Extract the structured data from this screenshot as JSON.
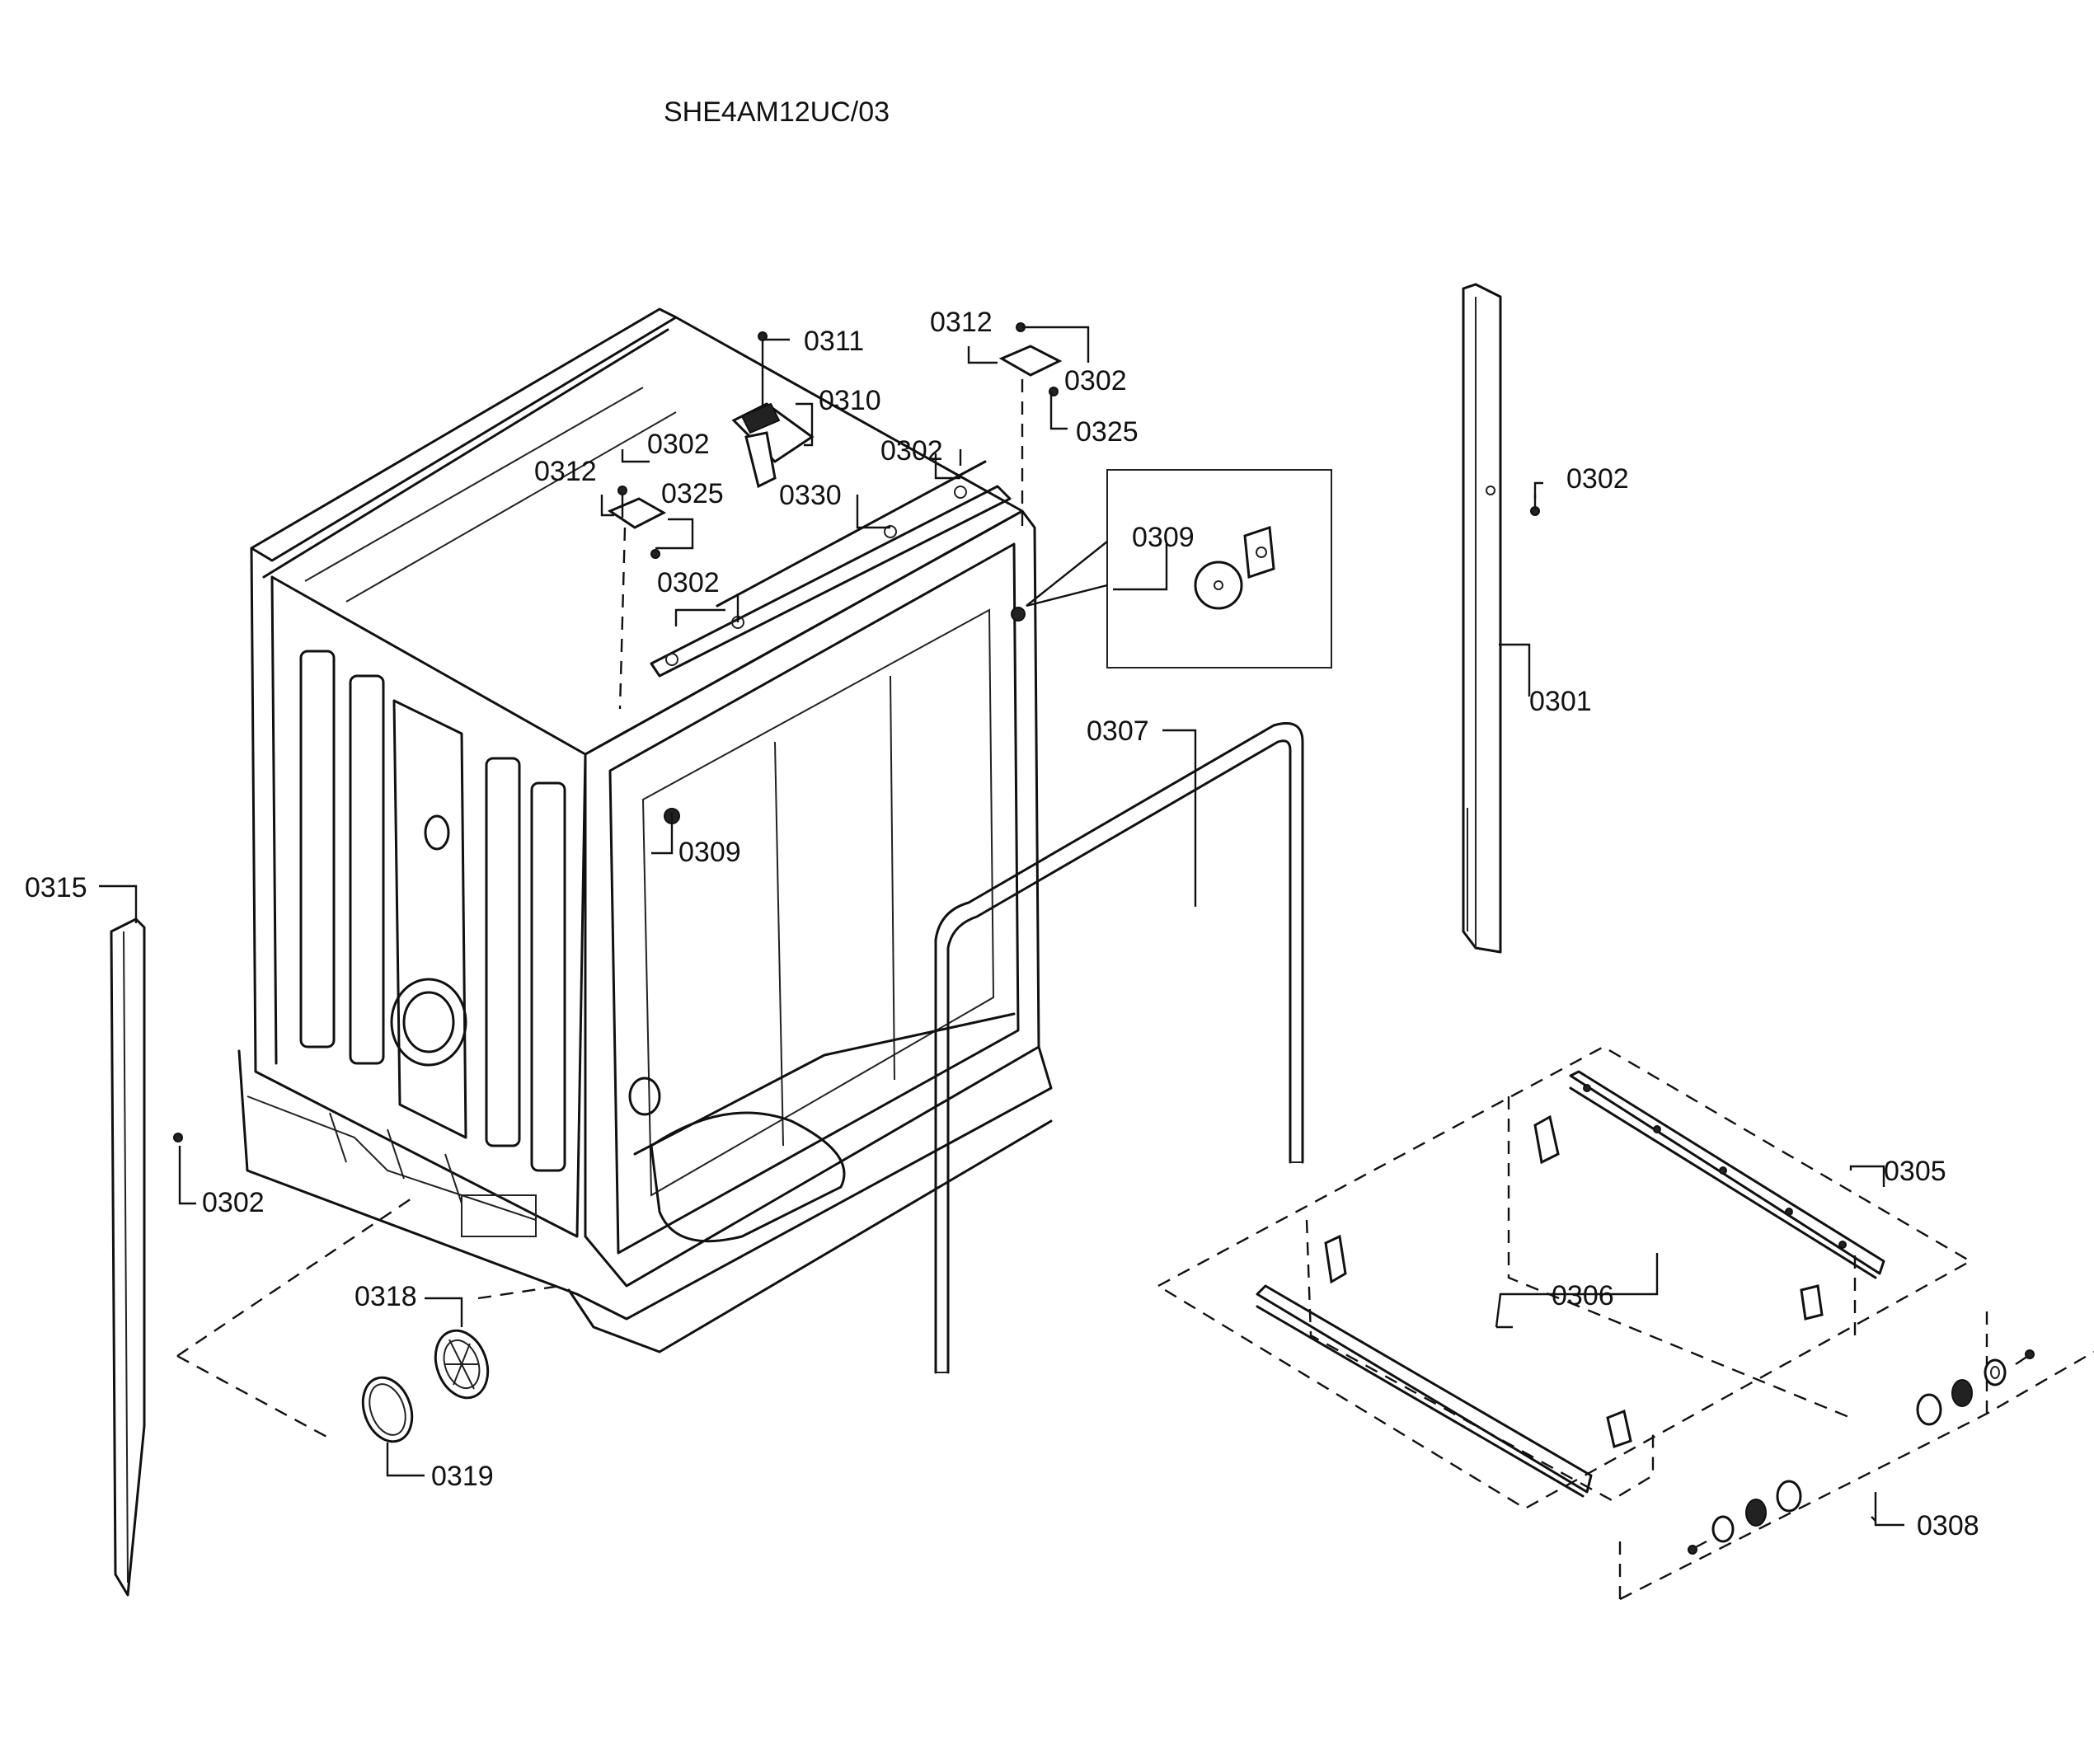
{
  "diagram": {
    "model": "SHE4AM12UC/03",
    "callouts": {
      "c0311": "0311",
      "c0310": "0310",
      "c0312_left": "0312",
      "c0302_top_left": "0302",
      "c0325_left": "0325",
      "c0302_mid_left": "0302",
      "c0330": "0330",
      "c0302_mid": "0302",
      "c0312_right": "0312",
      "c0302_top_right": "0302",
      "c0325_right": "0325",
      "c0309_box": "0309",
      "c0309_inner": "0309",
      "c0302_rail": "0302",
      "c0301": "0301",
      "c0307": "0307",
      "c0315": "0315",
      "c0302_bottom_left": "0302",
      "c0318": "0318",
      "c0319": "0319",
      "c0305": "0305",
      "c0306": "0306",
      "c0308": "0308"
    }
  }
}
